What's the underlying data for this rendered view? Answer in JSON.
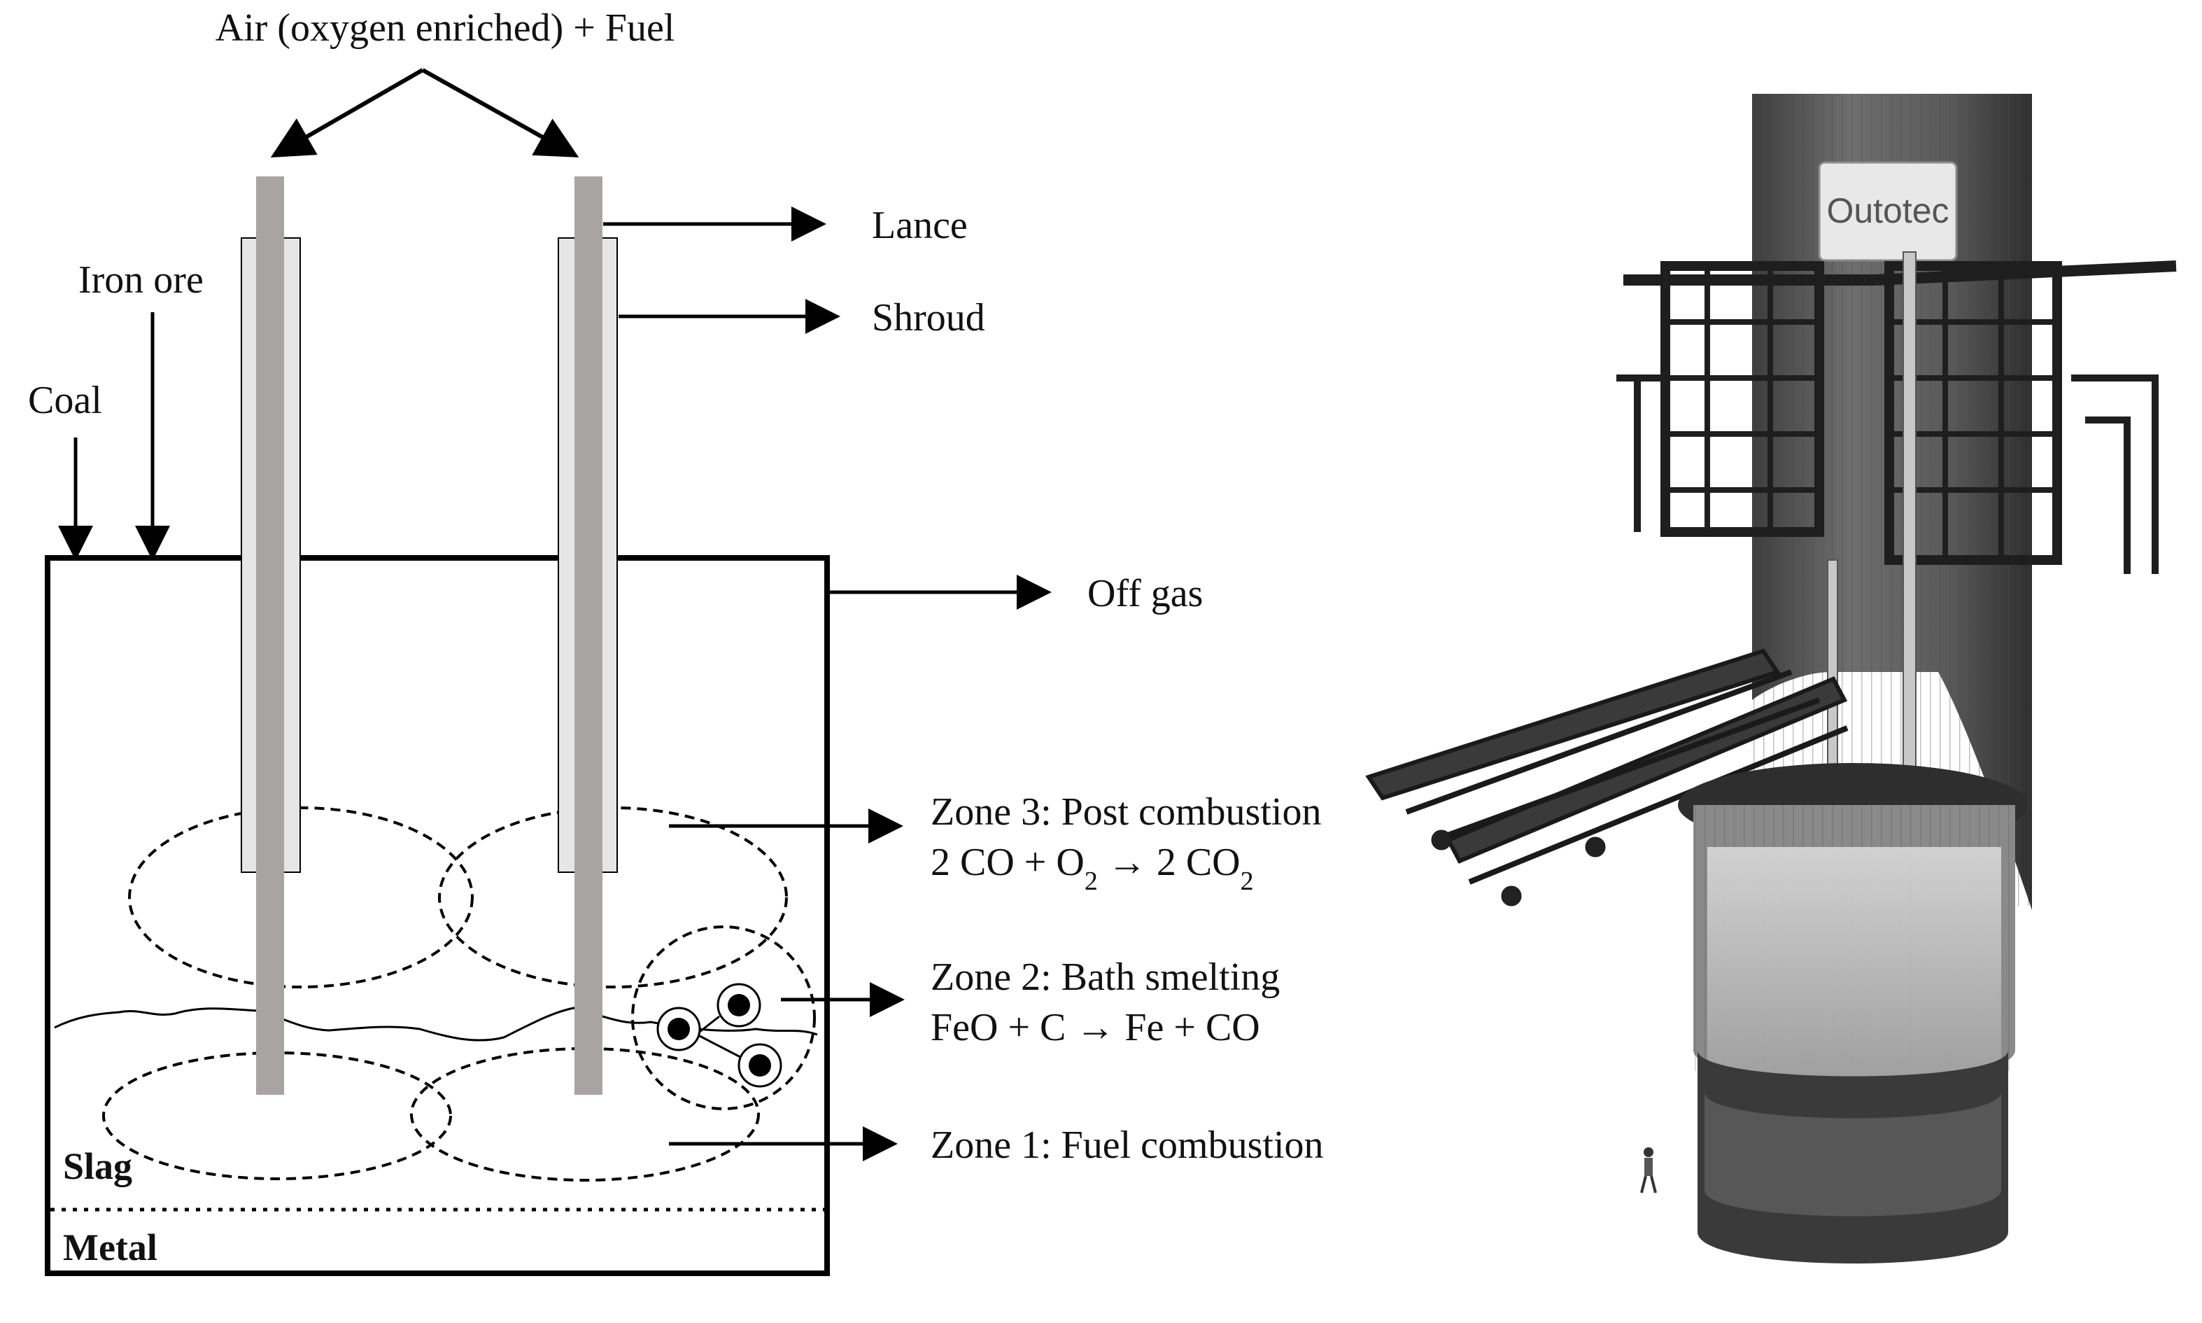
{
  "diagram": {
    "inputs": {
      "lance_feed": "Air (oxygen enriched) + Fuel",
      "iron_ore": "Iron ore",
      "coal": "Coal"
    },
    "components": {
      "lance": "Lance",
      "shroud": "Shroud",
      "off_gas": "Off gas"
    },
    "zones": [
      {
        "name": "Zone 3: Post combustion",
        "reaction_lhs": "2 CO + O",
        "reaction_sub1": "2",
        "reaction_arrow": " → 2 CO",
        "reaction_sub2": "2"
      },
      {
        "name": "Zone 2: Bath smelting",
        "reaction": "FeO + C → Fe + CO"
      },
      {
        "name": "Zone 1: Fuel combustion"
      }
    ],
    "layers": {
      "slag": "Slag",
      "metal": "Metal"
    }
  },
  "illustration": {
    "logo": "Outotec"
  },
  "colors": {
    "lance": "#a9a4a4",
    "shroud": "#e6e6e6",
    "line": "#000000",
    "plant_body": "#6b6b6b"
  }
}
